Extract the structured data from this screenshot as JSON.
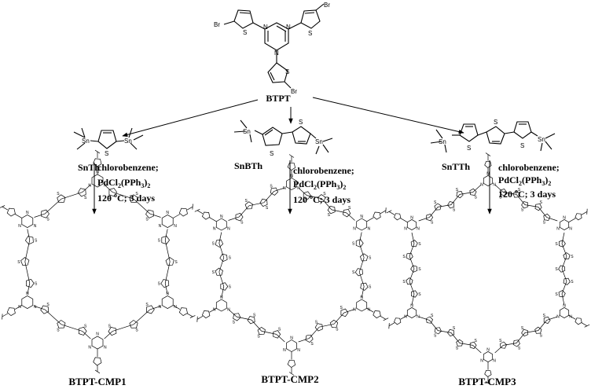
{
  "monomer": {
    "label": "BTPT",
    "atom_br": "Br",
    "atom_n": "N",
    "atom_s": "S"
  },
  "comonomers": [
    {
      "label": "SnTh",
      "atom_sn": "Sn",
      "atom_s": "S"
    },
    {
      "label": "SnBTh",
      "atom_sn": "Sn",
      "atom_s": "S"
    },
    {
      "label": "SnTTh",
      "atom_sn": "Sn",
      "atom_s": "S"
    }
  ],
  "conditions": {
    "solvent": "chlorobenzene;",
    "catalyst": "PdCl",
    "catalyst_sub1": "2",
    "catalyst_mid": "(PPh",
    "catalyst_sub2": "3",
    "catalyst_end": ")",
    "catalyst_sub3": "2",
    "temp_prefix": "120 ",
    "temp_sup": "o",
    "temp_suffix": "C; 3 days"
  },
  "products": [
    {
      "label": "BTPT-CMP1",
      "linker_rings": 1
    },
    {
      "label": "BTPT-CMP2",
      "linker_rings": 2
    },
    {
      "label": "BTPT-CMP3",
      "linker_rings": 3
    }
  ],
  "network_atoms": {
    "n": "N",
    "s": "S"
  }
}
